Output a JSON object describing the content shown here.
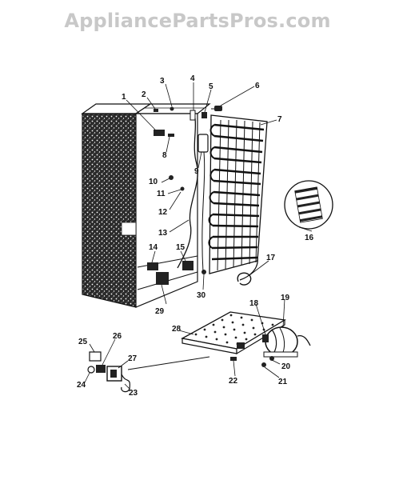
{
  "watermark": "AppliancePartsPros.com",
  "callouts": [
    "1",
    "2",
    "3",
    "4",
    "5",
    "6",
    "7",
    "8",
    "9",
    "10",
    "11",
    "12",
    "13",
    "14",
    "15",
    "16",
    "17",
    "18",
    "19",
    "20",
    "21",
    "22",
    "23",
    "24",
    "25",
    "26",
    "27",
    "28",
    "29",
    "30"
  ],
  "colors": {
    "ink": "#111111",
    "watermark": "#c8c8c8",
    "background": "#ffffff"
  }
}
